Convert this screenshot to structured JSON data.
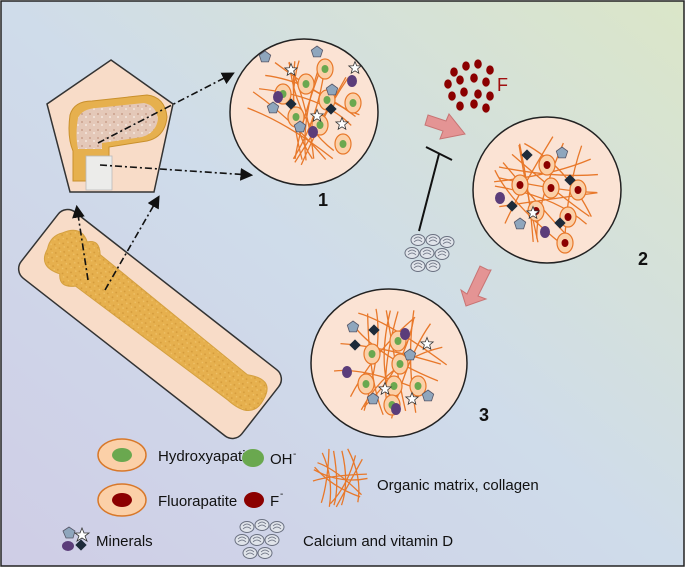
{
  "figure": {
    "circle_labels": [
      "1",
      "2",
      "3"
    ],
    "fluoride_symbol": "F",
    "colors": {
      "collagen": "#e8782a",
      "circle_fill": "#fbe3d4",
      "hydroxyapatite_core": "#6aa84f",
      "fluorapatite_core": "#8b0000",
      "bone": "#e6b04e",
      "arrow": "#e49494",
      "mineral_gray": "#8fa6bd",
      "mineral_purple": "#5b3d7a",
      "mineral_dark": "#1d2b3a"
    }
  },
  "legend": {
    "hydroxyapatite": "Hydroxyapatite",
    "oh": "OH",
    "oh_sup": "-",
    "fluorapatite": "Fluorapatite",
    "f": "F",
    "f_sup": "-",
    "organic_matrix": "Organic matrix, collagen",
    "minerals": "Minerals",
    "calcium": "Calcium and vitamin D"
  }
}
